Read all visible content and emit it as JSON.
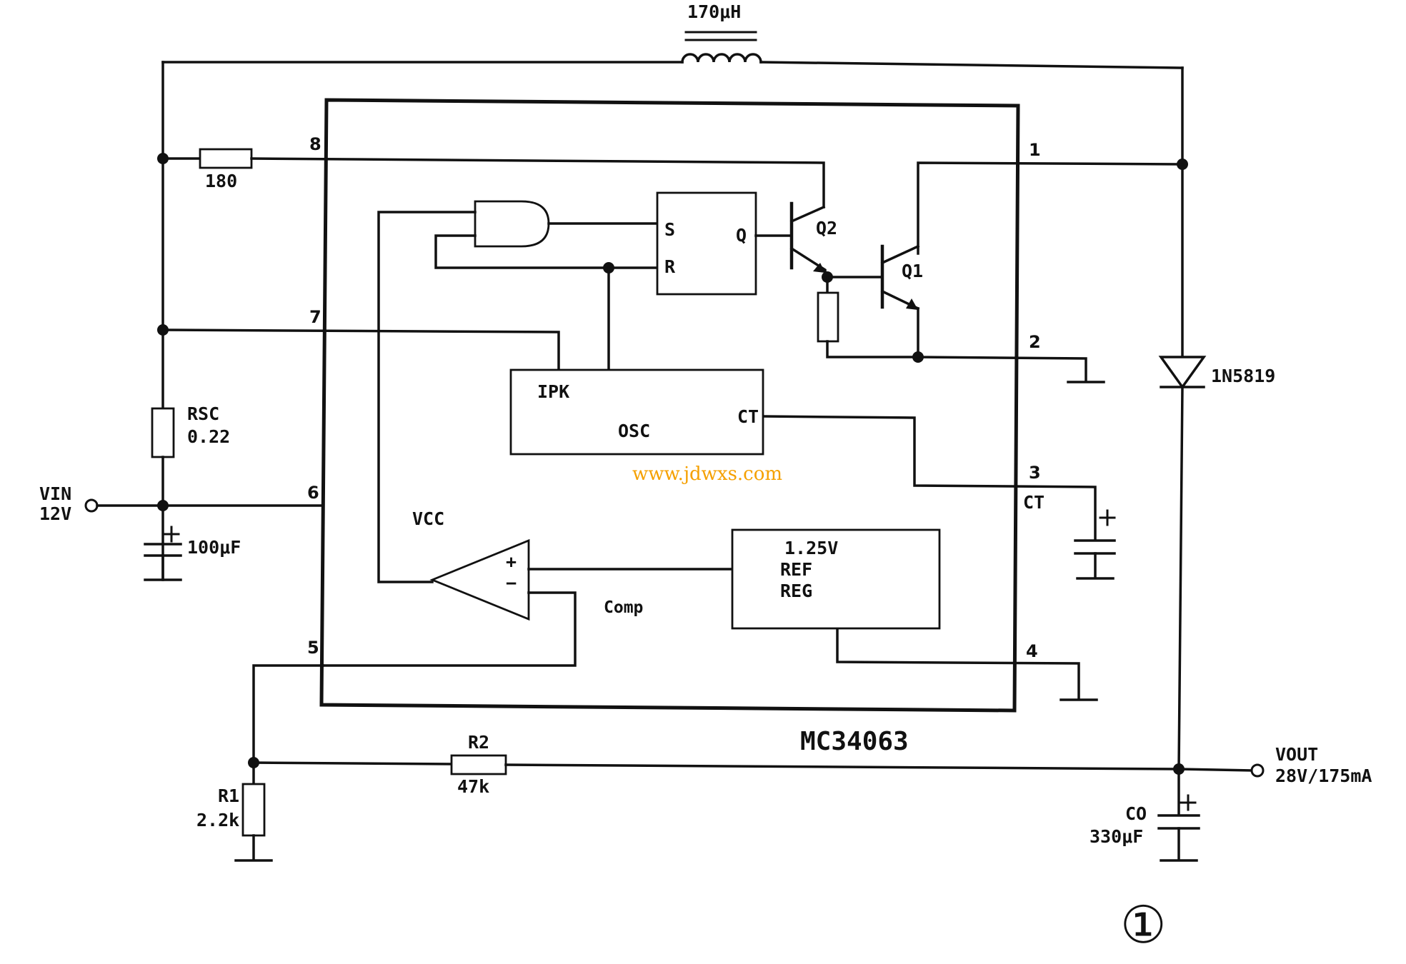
{
  "chip": {
    "name": "MC34063"
  },
  "pins": {
    "p1": "1",
    "p2": "2",
    "p3": "3",
    "p4": "4",
    "p5": "5",
    "p6": "6",
    "p7": "7",
    "p8": "8"
  },
  "components": {
    "inductor": "170μH",
    "r180": "180",
    "rsc_name": "RSC",
    "rsc_value": "0.22",
    "cin": "100μF",
    "diode": "1N5819",
    "r1_name": "R1",
    "r1_value": "2.2k",
    "r2_name": "R2",
    "r2_value": "47k",
    "co_name": "CO",
    "co_value": "330μF"
  },
  "terminals": {
    "vin": "VIN",
    "vin_value": "12V",
    "vout": "VOUT",
    "vout_value": "28V/175mA"
  },
  "internal": {
    "ff_s": "S",
    "ff_r": "R",
    "ff_q": "Q",
    "q2": "Q2",
    "q1": "Q1",
    "ipk": "IPK",
    "osc": "OSC",
    "ct_inner": "CT",
    "ct_outer": "CT",
    "vcc": "VCC",
    "ref_line1": "1.25V",
    "ref_line2": "REF",
    "ref_line3": "REG",
    "comp": "Comp",
    "plus": "+",
    "minus": "−"
  },
  "watermark": "www.jdwxs.com",
  "figure_number": "①"
}
